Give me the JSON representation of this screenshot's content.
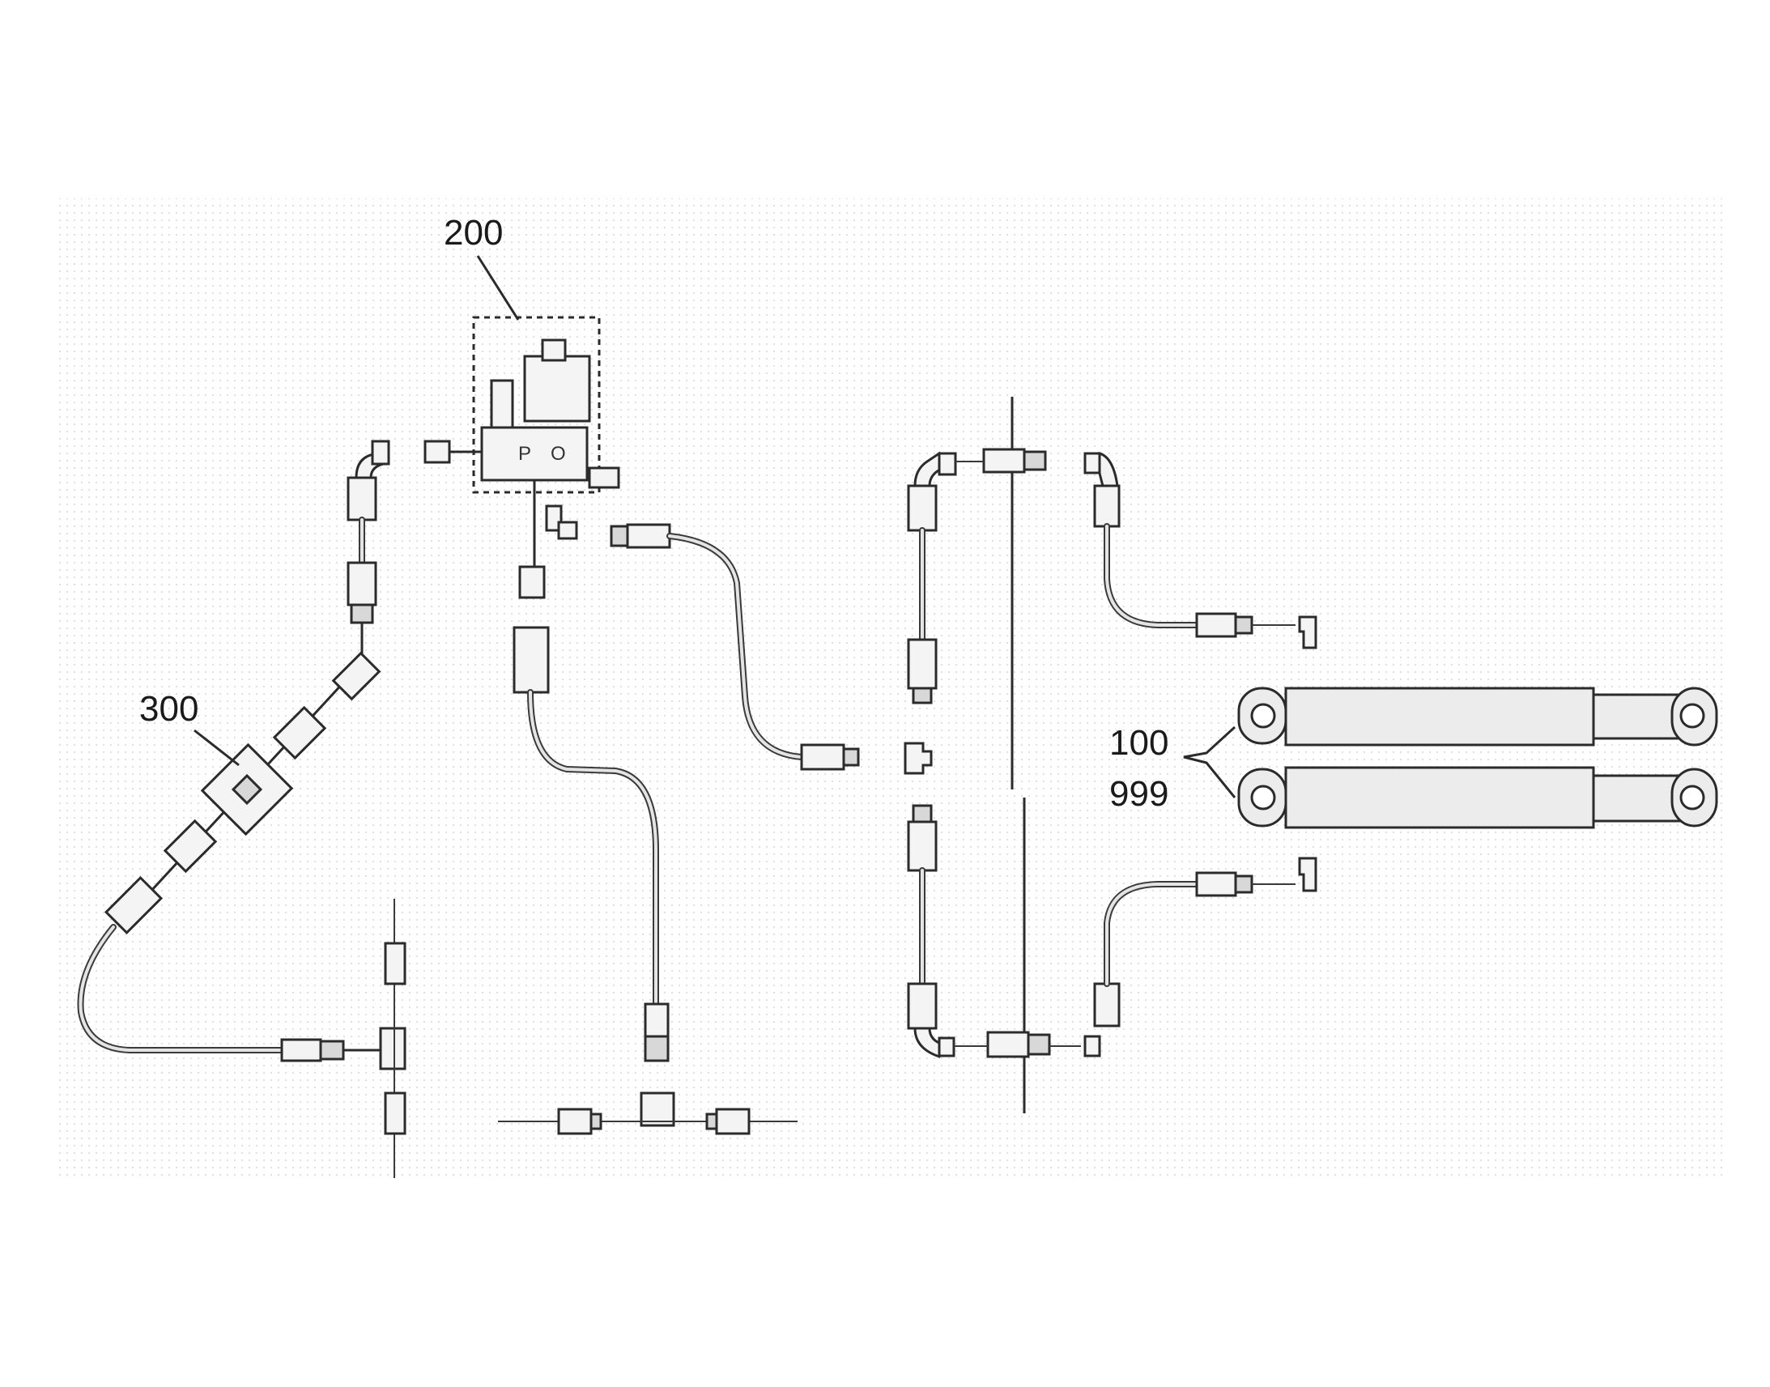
{
  "labels": {
    "valve_assembly": "200",
    "flow_unit": "300",
    "cylinder_a": "100",
    "cylinder_b": "999"
  },
  "valve_ports": {
    "p": "P",
    "o": "O"
  }
}
